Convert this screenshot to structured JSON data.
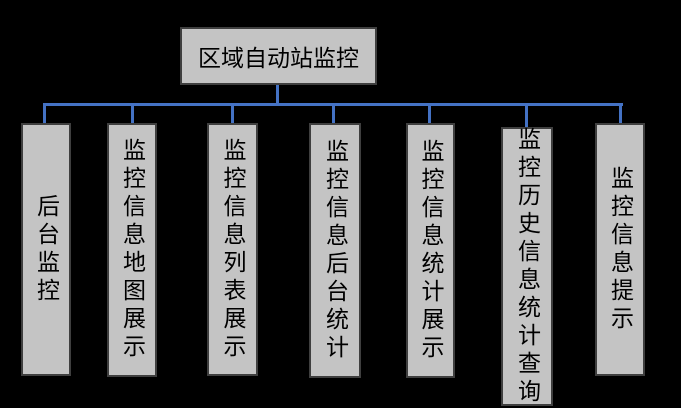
{
  "colors": {
    "bg": "#000000",
    "fill": "#c4c4c4",
    "border": "#3f3f3f",
    "line": "#4472c4",
    "text": "#000000"
  },
  "diagram": {
    "root": {
      "label": "区域自动站监控"
    },
    "nodes": [
      {
        "label": "后台监控"
      },
      {
        "label": "监控信息地图展示"
      },
      {
        "label": "监控信息列表展示"
      },
      {
        "label": "监控信息后台统计"
      },
      {
        "label": "监控信息统计展示"
      },
      {
        "label": "监控历史信息统计查询"
      },
      {
        "label": "监控信息提示"
      }
    ]
  }
}
